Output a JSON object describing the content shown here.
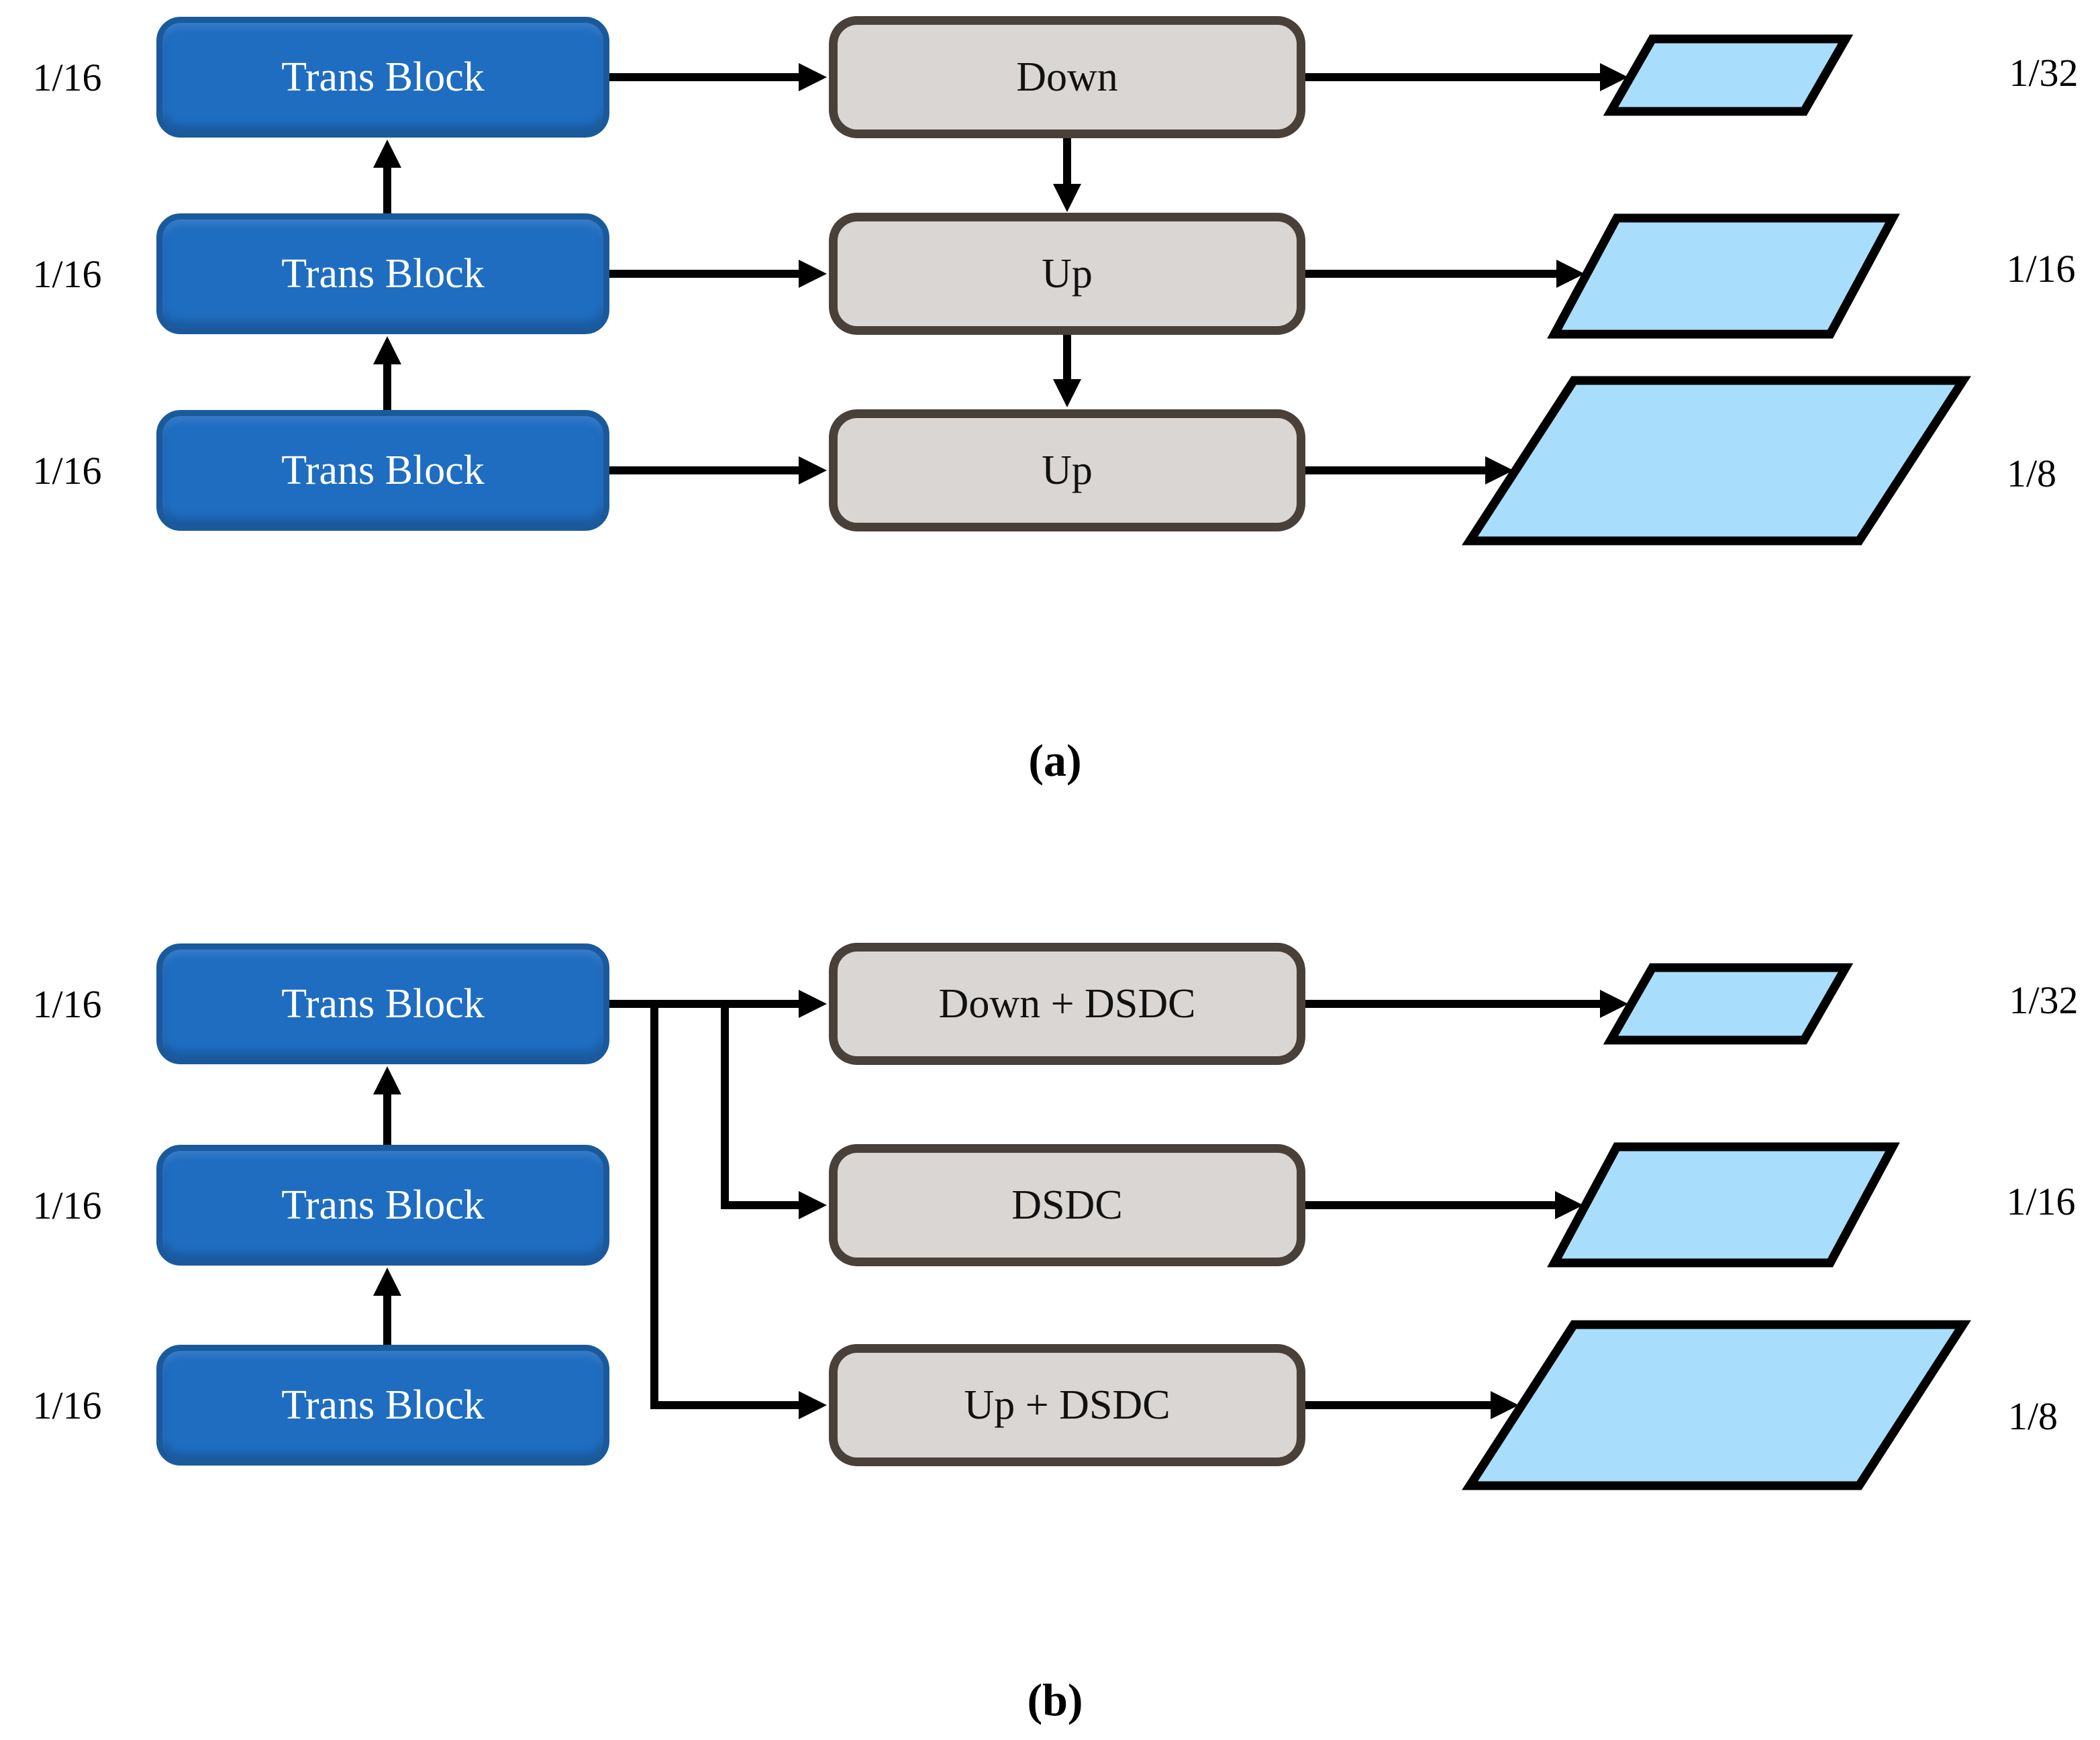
{
  "figure": {
    "colors": {
      "trans_block_fill": "#1f6dc1",
      "trans_block_border": "#1a5a9c",
      "trans_block_text": "#ffffff",
      "op_fill": "#d9d6d3",
      "op_border": "#4a403a",
      "op_text": "#111111",
      "feature_map_fill": "#a8defb",
      "feature_map_border": "#000000",
      "arrow": "#000000",
      "label_text": "#000000"
    },
    "panel_a": {
      "caption": "(a)",
      "trans_blocks": [
        {
          "label": "Trans Block",
          "scale": "1/16"
        },
        {
          "label": "Trans Block",
          "scale": "1/16"
        },
        {
          "label": "Trans Block",
          "scale": "1/16"
        }
      ],
      "ops": [
        {
          "label": "Down"
        },
        {
          "label": "Up"
        },
        {
          "label": "Up"
        }
      ],
      "outputs": [
        {
          "scale": "1/32"
        },
        {
          "scale": "1/16"
        },
        {
          "scale": "1/8"
        }
      ]
    },
    "panel_b": {
      "caption": "(b)",
      "trans_blocks": [
        {
          "label": "Trans Block",
          "scale": "1/16"
        },
        {
          "label": "Trans Block",
          "scale": "1/16"
        },
        {
          "label": "Trans Block",
          "scale": "1/16"
        }
      ],
      "ops": [
        {
          "label": "Down + DSDC"
        },
        {
          "label": "DSDC"
        },
        {
          "label": "Up + DSDC"
        }
      ],
      "outputs": [
        {
          "scale": "1/32"
        },
        {
          "scale": "1/16"
        },
        {
          "scale": "1/8"
        }
      ]
    }
  }
}
